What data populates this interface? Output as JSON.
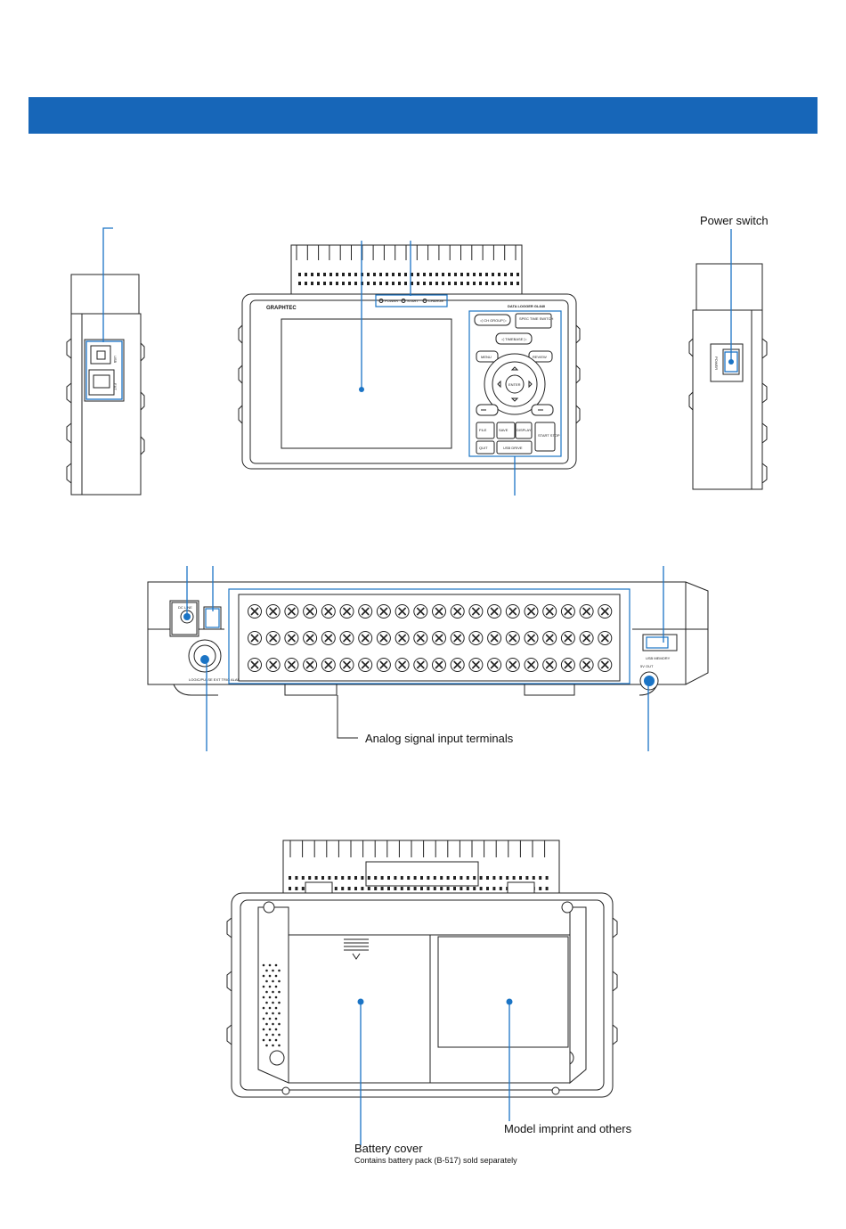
{
  "colors": {
    "accent": "#1b74c5",
    "header_band": "#1766b8",
    "line": "#222222"
  },
  "device": {
    "brand": "GRAPHTEC",
    "model": "DATA LOGGER GL840",
    "indicators": [
      "POWER",
      "START",
      "CHARGE"
    ]
  },
  "labels": {
    "power_switch": "Power switch",
    "analog_terminals": "Analog signal input terminals",
    "battery_cover": "Battery cover",
    "battery_note": "Contains battery pack (B-517) sold separately",
    "model_imprint": "Model imprint and others"
  },
  "front_buttons": {
    "ch_group": "◁ CH GROUP ▷",
    "spec_time": "SPEC TIME SWITCH",
    "timebase": "◁ TIMEBASE ▷",
    "menu": "MENU",
    "review": "REVIEW",
    "enter": "ENTER",
    "file": "FILE",
    "save": "SAVE",
    "disp": "DISPLAY",
    "start_stop": "START STOP",
    "quit": "QUIT",
    "usb_drive": "USB DRIVE"
  },
  "panel_labels": {
    "dc_line": "DC LINE",
    "logic_pulse": "LOGIC/PULSE EXT TRIG ALARM",
    "usb_memory": "USB MEMORY",
    "five_v_out": "5V OUT",
    "usb": "USB",
    "ext": "EXT",
    "power": "POWER"
  }
}
